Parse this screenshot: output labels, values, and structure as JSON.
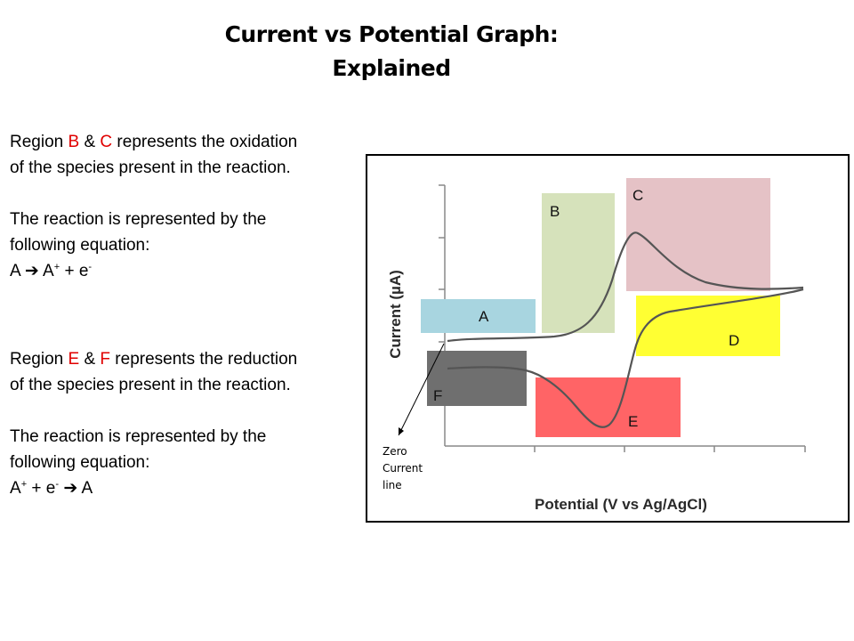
{
  "title": {
    "line1": "Current vs Potential Graph:",
    "line2": "Explained"
  },
  "oxidation": {
    "line1_prefix": "Region ",
    "line1_b": "B",
    "line1_amp": " & ",
    "line1_c": "C",
    "line1_suffix": " represents the oxidation",
    "line2": "of the species present in the reaction.",
    "eq_intro1": "The reaction is represented by the",
    "eq_intro2": "following equation:",
    "eq_left": "A ",
    "eq_arrow": "➔",
    "eq_right_a": " A",
    "eq_right_sup": "+",
    "eq_right_b": " + e",
    "eq_right_sup2": "-"
  },
  "reduction": {
    "line1_prefix": "Region ",
    "line1_e": "E",
    "line1_amp": " & ",
    "line1_f": "F",
    "line1_suffix": " represents the reduction",
    "line2": "of the species present in the reaction.",
    "eq_intro1": "The reaction is represented by the",
    "eq_intro2": "following equation:",
    "eq_a": "A",
    "eq_sup": "+",
    "eq_b": " + e",
    "eq_sup2": "-",
    "eq_arrow": "➔",
    "eq_c": " A"
  },
  "figure": {
    "y_axis_label": "Current (µA)",
    "x_axis_label": "Potential (V vs Ag/AgCl)",
    "zero_label": [
      "Zero",
      "Current",
      "line"
    ],
    "regions": [
      {
        "id": "A",
        "label": "A",
        "color": "#a8d5e0"
      },
      {
        "id": "B",
        "label": "B",
        "color": "#d6e2bb"
      },
      {
        "id": "C",
        "label": "C",
        "color": "#e5c2c6"
      },
      {
        "id": "D",
        "label": "D",
        "color": "#ffff33"
      },
      {
        "id": "E",
        "label": "E",
        "color": "#ff6466"
      },
      {
        "id": "F",
        "label": "F",
        "color": "#6f6f6f"
      }
    ]
  }
}
